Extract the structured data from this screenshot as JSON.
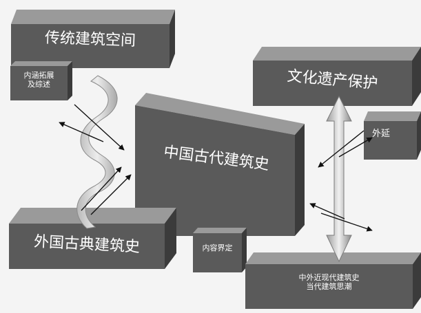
{
  "diagram": {
    "colors": {
      "front": "#5a5a5a",
      "top": "#9a9a9a",
      "side": "#3b3b3b",
      "background": "#f4f4f4",
      "arrow": "#111111"
    },
    "blocks": {
      "traditional": "传统建筑空间",
      "heritage": "文化遗产保护",
      "main": "中国古代建筑史",
      "foreign": "外国古典建筑史",
      "modern_line1": "中外近现代建筑史",
      "modern_line2": "当代建筑思潮",
      "connotation_line1": "内涵拓展",
      "connotation_line2": "及综述",
      "extension": "外延",
      "content_boundary": "内容界定"
    }
  }
}
